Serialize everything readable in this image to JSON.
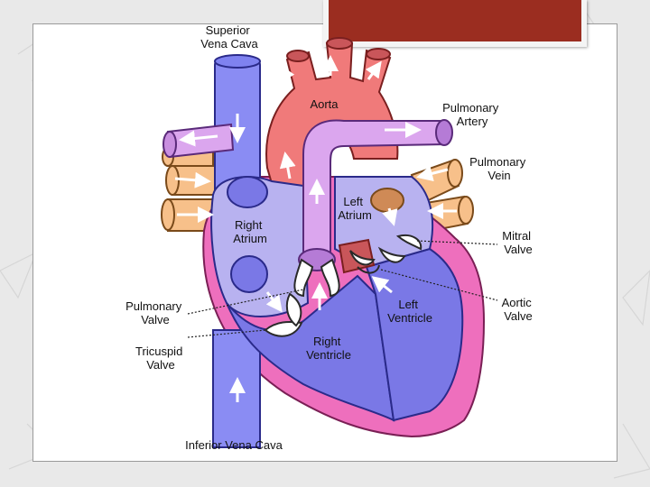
{
  "colors": {
    "slide_background": "#e9e9e9",
    "title_accent": "#9b2d20",
    "aorta": "#f07a7a",
    "pulmonary_artery": "#dba6ee",
    "pulmonary_vein": "#f7c08a",
    "vena_cava": "#8a8cf3",
    "ventricle_wall": "#ee6fbd",
    "right_chambers": "#7a78e6",
    "left_chambers": "#b8b2f0"
  },
  "labels": {
    "superior_vena_cava": [
      "Superior",
      "Vena Cava"
    ],
    "aorta": "Aorta",
    "pulmonary_artery": [
      "Pulmonary",
      "Artery"
    ],
    "pulmonary_vein": [
      "Pulmonary",
      "Vein"
    ],
    "left_atrium": [
      "Left",
      "Atrium"
    ],
    "right_atrium": [
      "Right",
      "Atrium"
    ],
    "mitral_valve": [
      "Mitral",
      "Valve"
    ],
    "pulmonary_valve": [
      "Pulmonary",
      "Valve"
    ],
    "aortic_valve": [
      "Aortic",
      "Valve"
    ],
    "left_ventricle": [
      "Left",
      "Ventricle"
    ],
    "tricuspid_valve": [
      "Tricuspid",
      "Valve"
    ],
    "right_ventricle": [
      "Right",
      "Ventricle"
    ],
    "inferior_vena_cava": "Inferior Vena Cava"
  }
}
